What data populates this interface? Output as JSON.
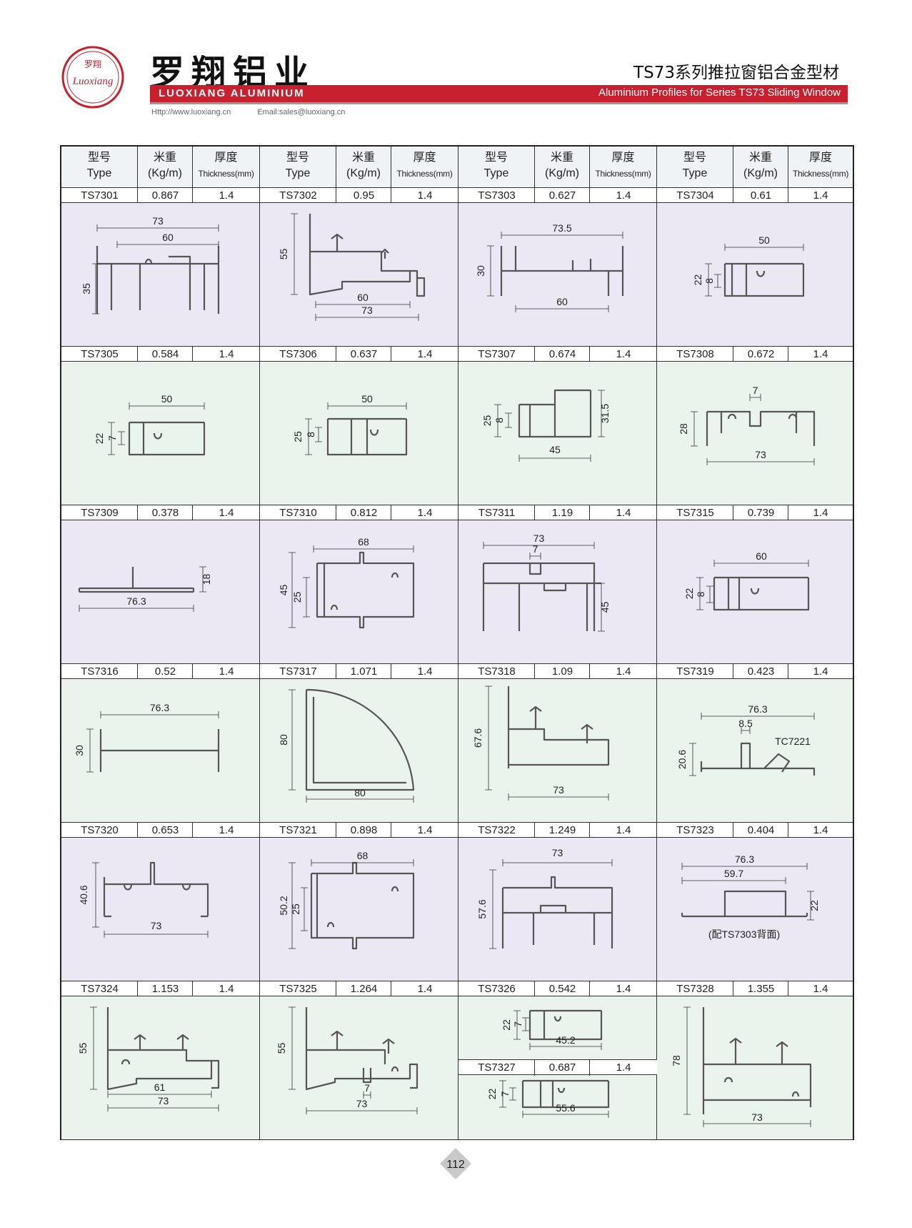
{
  "header": {
    "logo_cn": "罗翔",
    "logo_script": "Luoxiang",
    "brand_cn": "罗翔铝业",
    "brand_en": "LUOXIANG ALUMINIUM",
    "title_cn": "TS73系列推拉窗铝合金型材",
    "title_en": "Aluminium Profiles for Series TS73 Sliding Window",
    "website": "Http://www.luoxiang.cn",
    "email": "Email:sales@luoxiang.cn"
  },
  "columns": {
    "type_cn": "型号",
    "type_en": "Type",
    "weight_cn": "米重",
    "weight_en": "(Kg/m)",
    "thick_cn": "厚度",
    "thick_en": "Thickness(mm)"
  },
  "rows": [
    [
      [
        "TS7301",
        "0.867",
        "1.4"
      ],
      [
        "TS7302",
        "0.95",
        "1.4"
      ],
      [
        "TS7303",
        "0.627",
        "1.4"
      ],
      [
        "TS7304",
        "0.61",
        "1.4"
      ]
    ],
    [
      [
        "TS7305",
        "0.584",
        "1.4"
      ],
      [
        "TS7306",
        "0.637",
        "1.4"
      ],
      [
        "TS7307",
        "0.674",
        "1.4"
      ],
      [
        "TS7308",
        "0.672",
        "1.4"
      ]
    ],
    [
      [
        "TS7309",
        "0.378",
        "1.4"
      ],
      [
        "TS7310",
        "0.812",
        "1.4"
      ],
      [
        "TS7311",
        "1.19",
        "1.4"
      ],
      [
        "TS7315",
        "0.739",
        "1.4"
      ]
    ],
    [
      [
        "TS7316",
        "0.52",
        "1.4"
      ],
      [
        "TS7317",
        "1.071",
        "1.4"
      ],
      [
        "TS7318",
        "1.09",
        "1.4"
      ],
      [
        "TS7319",
        "0.423",
        "1.4"
      ]
    ],
    [
      [
        "TS7320",
        "0.653",
        "1.4"
      ],
      [
        "TS7321",
        "0.898",
        "1.4"
      ],
      [
        "TS7322",
        "1.249",
        "1.4"
      ],
      [
        "TS7323",
        "0.404",
        "1.4"
      ]
    ],
    [
      [
        "TS7324",
        "1.153",
        "1.4"
      ],
      [
        "TS7325",
        "1.264",
        "1.4"
      ],
      [
        "TS7326",
        "0.542",
        "1.4"
      ],
      [
        "TS7328",
        "1.355",
        "1.4"
      ]
    ]
  ],
  "extra_row": [
    "TS7327",
    "0.687",
    "1.4"
  ],
  "dims": {
    "d1": [
      "73",
      "60",
      "35"
    ],
    "d2": [
      "55",
      "60",
      "73"
    ],
    "d3": [
      "73.5",
      "30",
      "60"
    ],
    "d4": [
      "50",
      "22",
      "8"
    ],
    "d5": [
      "50",
      "22",
      "7"
    ],
    "d6": [
      "50",
      "25",
      "8"
    ],
    "d7": [
      "25",
      "8",
      "31.5",
      "45"
    ],
    "d8": [
      "7",
      "28",
      "73"
    ],
    "d9": [
      "18",
      "76.3"
    ],
    "d10": [
      "68",
      "45",
      "25"
    ],
    "d11": [
      "73",
      "7",
      "45"
    ],
    "d12": [
      "60",
      "22",
      "8"
    ],
    "d13": [
      "76.3",
      "30"
    ],
    "d14": [
      "80",
      "80"
    ],
    "d15": [
      "67.6",
      "73"
    ],
    "d16": [
      "76.3",
      "8.5",
      "TC7221",
      "20.6"
    ],
    "d17": [
      "40.6",
      "73"
    ],
    "d18": [
      "68",
      "50.2",
      "25"
    ],
    "d19": [
      "73",
      "57.6"
    ],
    "d20": [
      "76.3",
      "59.7",
      "22",
      "(配TS7303背面)"
    ],
    "d21": [
      "55",
      "61",
      "73"
    ],
    "d22": [
      "55",
      "7",
      "73"
    ],
    "d23": [
      "22",
      "7",
      "45.2"
    ],
    "d24": [
      "22",
      "7",
      "55.6"
    ],
    "d25": [
      "78",
      "73"
    ]
  },
  "page_number": "112",
  "colors": {
    "brand_red": "#c8202e",
    "panel_lavender": "#ebe8f3",
    "panel_mint": "#eaf3ec",
    "profile_stroke": "#555555"
  }
}
